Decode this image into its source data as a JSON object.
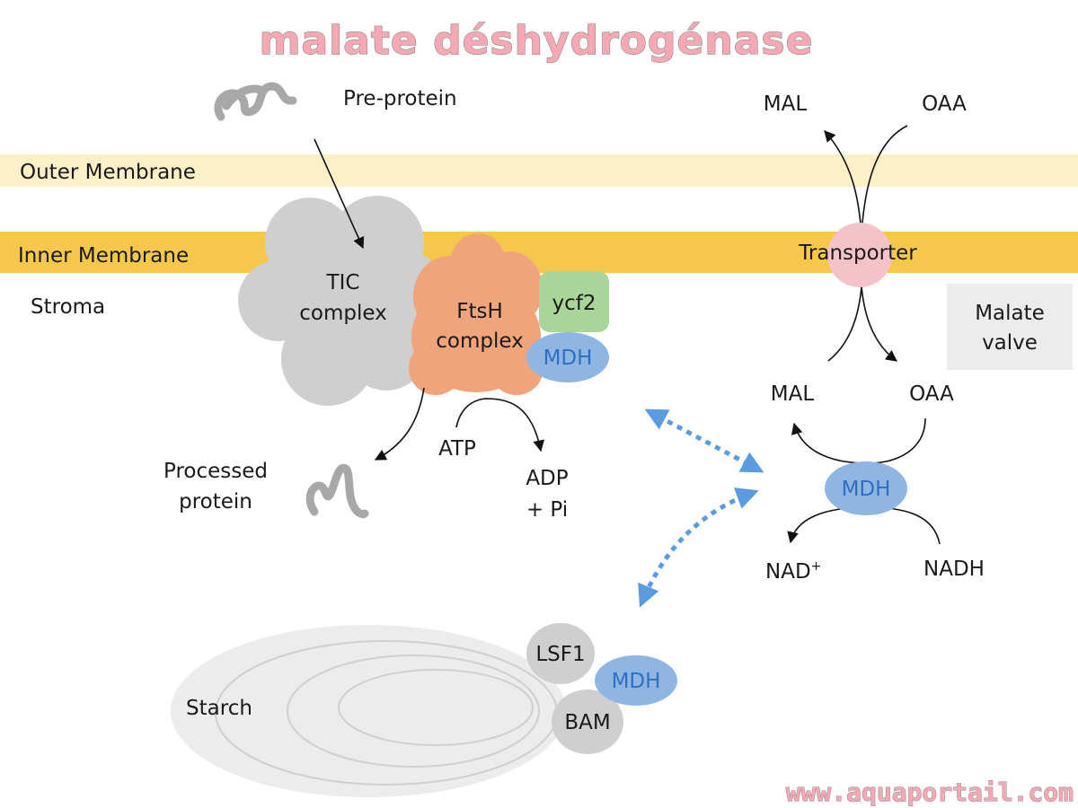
{
  "title": "malate déshydrogénase",
  "watermark": "www.aquaportail.com",
  "colors": {
    "outer_membrane": "#fdf0c9",
    "inner_membrane": "#f5c84c",
    "tic_complex": "#cfcfcf",
    "ftsh_complex": "#efa47c",
    "ycf2": "#a9d59a",
    "mdh": "#8fb6e3",
    "transporter": "#f6c2c9",
    "malate_valve": "#ececec",
    "starch": "#ececec",
    "dotted_arrow": "#5b9be0"
  },
  "labels": {
    "pre_protein": "Pre-protein",
    "outer_membrane": "Outer Membrane",
    "inner_membrane": "Inner Membrane",
    "stroma": "Stroma",
    "tic_line1": "TIC",
    "tic_line2": "complex",
    "ftsh_line1": "FtsH",
    "ftsh_line2": "complex",
    "ycf2": "ycf2",
    "mdh": "MDH",
    "atp": "ATP",
    "adp_line1": "ADP",
    "adp_line2": "+ Pi",
    "processed_line1": "Processed",
    "processed_line2": "protein",
    "mal_top": "MAL",
    "oaa_top": "OAA",
    "transporter": "Transporter",
    "malate_valve_line1": "Malate",
    "malate_valve_line2": "valve",
    "mal_mid": "MAL",
    "oaa_mid": "OAA",
    "nad": "NAD",
    "nad_sup": "+",
    "nadh": "NADH",
    "lsf1": "LSF1",
    "bam": "BAM",
    "starch": "Starch"
  }
}
